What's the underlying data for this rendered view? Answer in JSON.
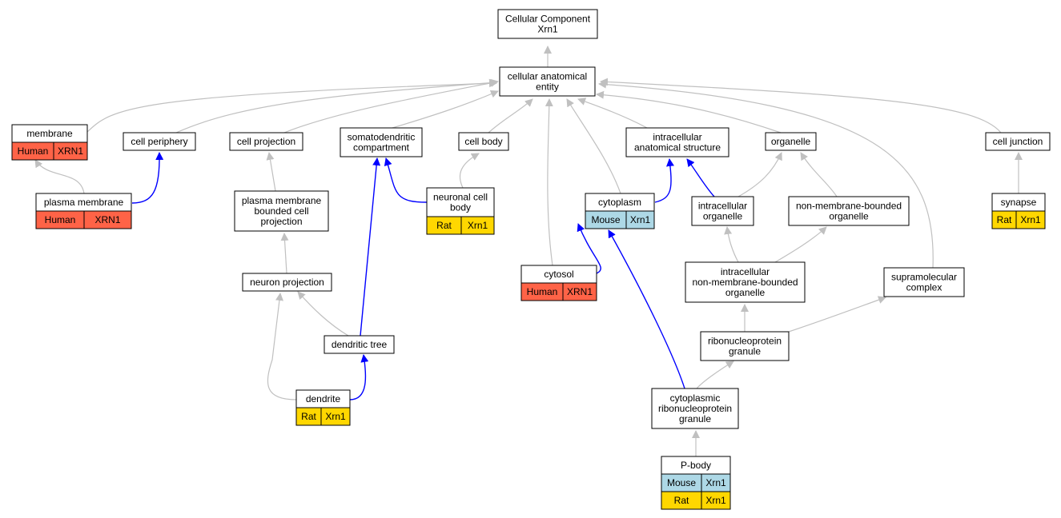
{
  "diagram": {
    "colors": {
      "human": "#ff6347",
      "mouse": "#add8e6",
      "rat": "#ffd700",
      "edge_isa": "#c0c0c0",
      "edge_annot": "#0000ff",
      "box_border": "#000000"
    },
    "nodes": {
      "root": {
        "lines": [
          "Cellular Component",
          "Xrn1"
        ]
      },
      "cae": {
        "lines": [
          "cellular anatomical",
          "entity"
        ]
      },
      "membrane": {
        "lines": [
          "membrane"
        ],
        "rows": [
          {
            "species": "Human",
            "gene": "XRN1",
            "color": "human"
          }
        ]
      },
      "cell_periphery": {
        "lines": [
          "cell periphery"
        ]
      },
      "cell_projection": {
        "lines": [
          "cell projection"
        ]
      },
      "somatodendritic": {
        "lines": [
          "somatodendritic",
          "compartment"
        ]
      },
      "cell_body": {
        "lines": [
          "cell body"
        ]
      },
      "intracellular_as": {
        "lines": [
          "intracellular",
          "anatomical structure"
        ]
      },
      "organelle": {
        "lines": [
          "organelle"
        ]
      },
      "cell_junction": {
        "lines": [
          "cell junction"
        ]
      },
      "plasma_membrane": {
        "lines": [
          "plasma membrane"
        ],
        "rows": [
          {
            "species": "Human",
            "gene": "XRN1",
            "color": "human"
          }
        ]
      },
      "pmbcp": {
        "lines": [
          "plasma membrane",
          "bounded cell",
          "projection"
        ]
      },
      "neuronal_cell_body": {
        "lines": [
          "neuronal cell",
          "body"
        ],
        "rows": [
          {
            "species": "Rat",
            "gene": "Xrn1",
            "color": "rat"
          }
        ]
      },
      "cytoplasm": {
        "lines": [
          "cytoplasm"
        ],
        "rows": [
          {
            "species": "Mouse",
            "gene": "Xrn1",
            "color": "mouse"
          }
        ]
      },
      "intracellular_organelle": {
        "lines": [
          "intracellular",
          "organelle"
        ]
      },
      "nmbo": {
        "lines": [
          "non-membrane-bounded",
          "organelle"
        ]
      },
      "synapse": {
        "lines": [
          "synapse"
        ],
        "rows": [
          {
            "species": "Rat",
            "gene": "Xrn1",
            "color": "rat"
          }
        ]
      },
      "neuron_projection": {
        "lines": [
          "neuron projection"
        ]
      },
      "cytosol": {
        "lines": [
          "cytosol"
        ],
        "rows": [
          {
            "species": "Human",
            "gene": "XRN1",
            "color": "human"
          }
        ]
      },
      "inmbo": {
        "lines": [
          "intracellular",
          "non-membrane-bounded",
          "organelle"
        ]
      },
      "supramolecular": {
        "lines": [
          "supramolecular",
          "complex"
        ]
      },
      "dendritic_tree": {
        "lines": [
          "dendritic tree"
        ]
      },
      "rnp_granule": {
        "lines": [
          "ribonucleoprotein",
          "granule"
        ]
      },
      "dendrite": {
        "lines": [
          "dendrite"
        ],
        "rows": [
          {
            "species": "Rat",
            "gene": "Xrn1",
            "color": "rat"
          }
        ]
      },
      "crnp_granule": {
        "lines": [
          "cytoplasmic",
          "ribonucleoprotein",
          "granule"
        ]
      },
      "p_body": {
        "lines": [
          "P-body"
        ],
        "rows": [
          {
            "species": "Mouse",
            "gene": "Xrn1",
            "color": "mouse"
          },
          {
            "species": "Rat",
            "gene": "Xrn1",
            "color": "rat"
          }
        ]
      }
    }
  }
}
